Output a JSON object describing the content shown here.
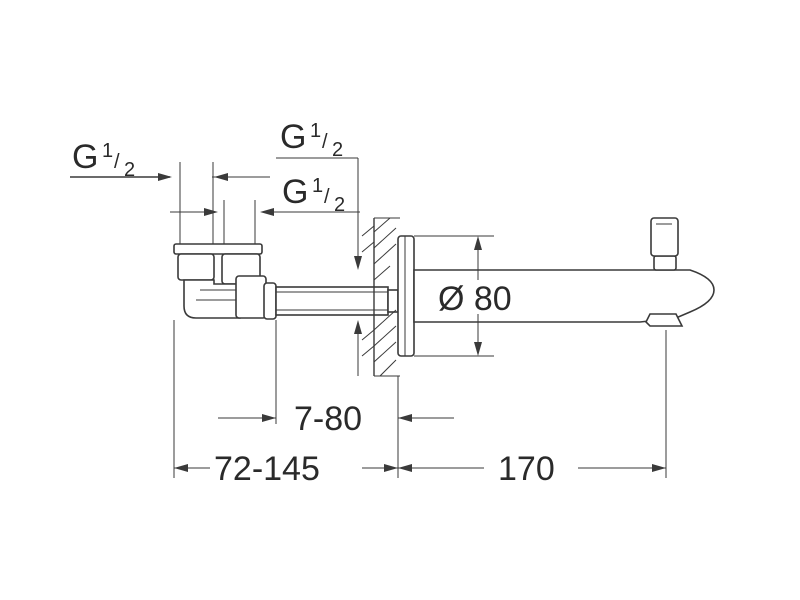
{
  "thread_labels": {
    "g": "G",
    "frac_num": "1",
    "frac_slash": "/",
    "frac_den": "2"
  },
  "dimensions": {
    "diameter": "Ø 80",
    "wall_thickness": "7-80",
    "mount_depth": "72-145",
    "spout_length": "170"
  },
  "colors": {
    "line": "#3a3a3a",
    "text": "#2a2a2a",
    "background": "#ffffff"
  }
}
